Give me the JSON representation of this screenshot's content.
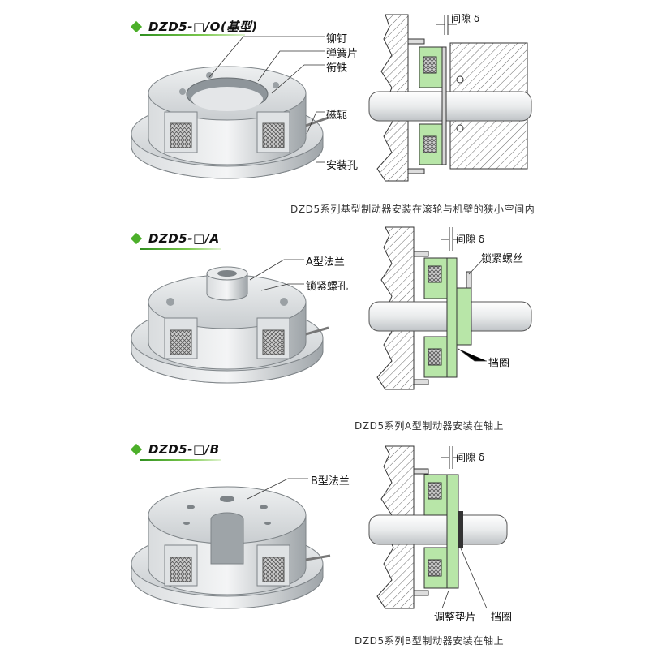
{
  "sections": [
    {
      "title": "DZD5-□/O(基型)",
      "labels": {
        "rivet": "铆钉",
        "spring": "弹簧片",
        "armature": "衔铁",
        "yoke": "磁轭",
        "mount_hole": "安装孔"
      },
      "gap_label": "间隙 δ",
      "caption": "DZD5系列基型制动器安装在滚轮与机壁的狭小空间内"
    },
    {
      "title": "DZD5-□/A",
      "labels": {
        "flange": "A型法兰",
        "lock_hole": "锁紧螺孔"
      },
      "gap_label": "间隙 δ",
      "callouts": {
        "lock_screw": "锁紧螺丝",
        "retainer": "挡圈"
      },
      "caption": "DZD5系列A型制动器安装在轴上"
    },
    {
      "title": "DZD5-□/B",
      "labels": {
        "flange": "B型法兰"
      },
      "gap_label": "间隙 δ",
      "callouts": {
        "shim": "调整垫片",
        "retainer": "挡圈"
      },
      "caption": "DZD5系列B型制动器安装在轴上"
    }
  ],
  "colors": {
    "accent_green": "#4caf2a",
    "coil_green": "#b8e6a8",
    "metal": "#cfd3d6",
    "metal_dark": "#8c9297",
    "hatch": "#555555"
  }
}
